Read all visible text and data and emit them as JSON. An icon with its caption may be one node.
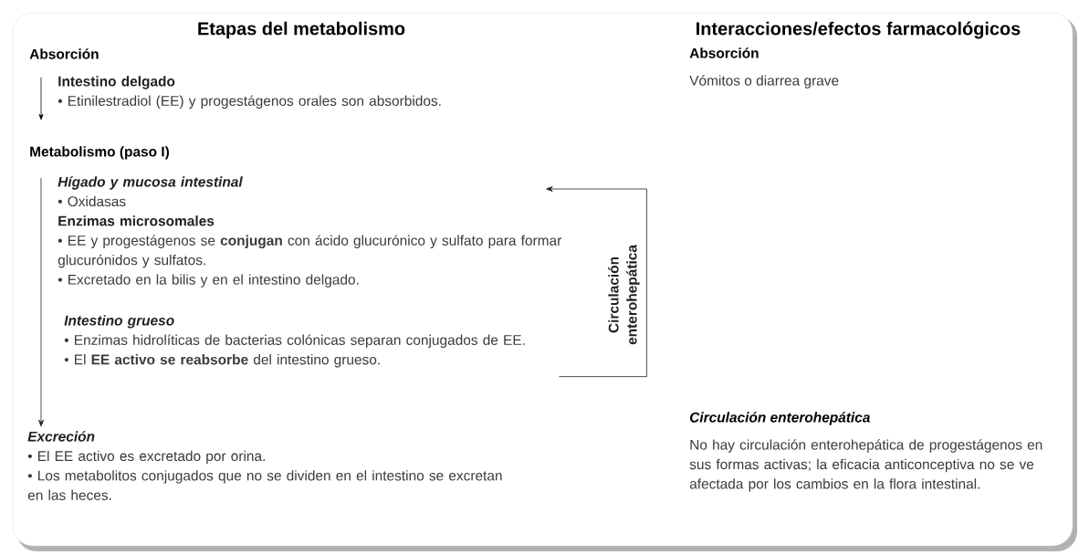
{
  "diagram": {
    "nodes": [
      {
        "text": [
          "Intestino delgado",
          "• Etinilestradiol (EE) y progestágenos orales son absorbidos."
        ]
      },
      {
        "text": [
          "Hígado y mucosa intestinal",
          "• Oxidasas",
          "Enzimas microsomales",
          "• EE y progestágenos se **conjugan** con ácido glucurónico y sulfato para formar glucurónidos y sulfatos.",
          "• Excretado en la bilis y en el intestino delgado."
        ]
      },
      {
        "text": [
          "Intestino grueso",
          "• Enzimas hidrolíticas de bacterias colónicas separan conjugados de EE.",
          "• El **EE activo se reabsorbe** del intestino grueso."
        ]
      },
      {
        "text": [
          "Excreción",
          "• El EE activo es excretado por orina.",
          "• Los metabolitos conjugados que no se dividen en el intestino se excretan en las heces."
        ]
      }
    ],
    "edges": [
      {
        "from": 1,
        "to": 3,
        "arrow": "to"
      },
      {
        "from": 2,
        "to": 1,
        "arrow": "to",
        "label": "Circulación enterohepática"
      }
    ],
    "labels": [
      "Etapas del metabolismo",
      "Interacciones/efectos farmacológicos",
      "Absorción",
      "Absorción",
      "Vómitos o diarrea grave",
      "Metabolismo (paso I)",
      "Circulación enterohepática",
      "No hay circulación enterohepática de progestágenos en sus formas activas; la eficacia anticonceptiva no se ve afectada por los cambios en la flora intestinal."
    ]
  }
}
